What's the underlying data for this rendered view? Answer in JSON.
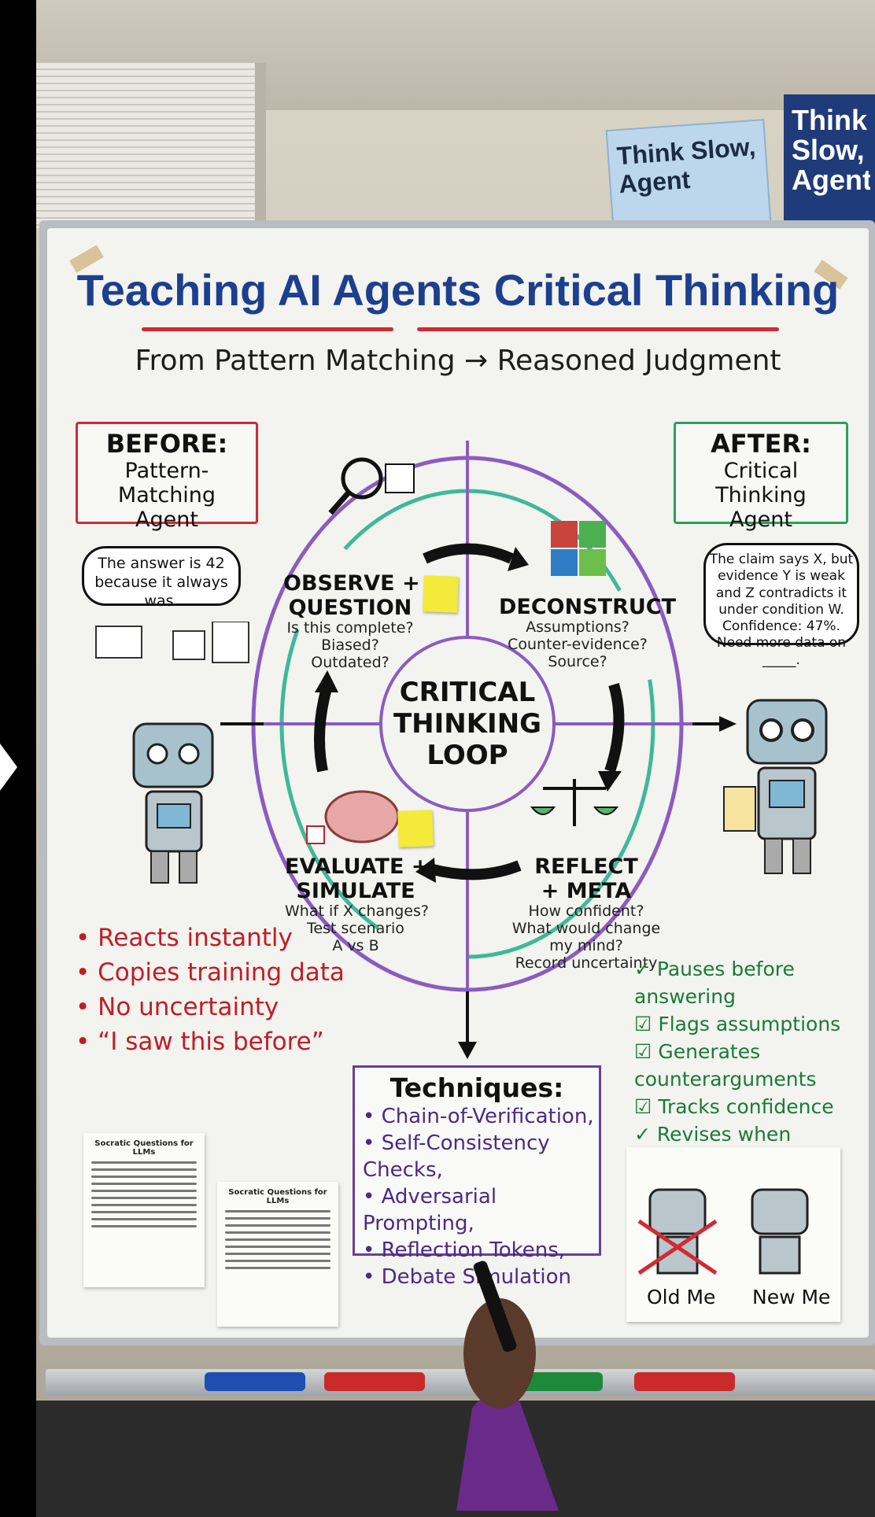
{
  "posters": {
    "left_text": "Think Slow, Agent",
    "right_text": "Think Slow, Agent"
  },
  "board": {
    "title": "Teaching AI Agents Critical Thinking",
    "subtitle": "From Pattern Matching → Reasoned Judgment",
    "before": {
      "heading": "BEFORE:",
      "line1": "Pattern-Matching",
      "line2": "Agent",
      "speech": "The answer is 42 because it always was.",
      "list": [
        "• Reacts instantly",
        "• Copies training data",
        "• No uncertainty",
        "• “I saw this before”"
      ]
    },
    "after": {
      "heading": "AFTER:",
      "line1": "Critical Thinking",
      "line2": "Agent",
      "speech": "The claim says X, but evidence Y is weak and Z contradicts it under condition W. Confidence: 47%. Need more data on _____.",
      "list": [
        "✓ Pauses before answering",
        "☑ Flags assumptions",
        "☑ Generates counterarguments",
        "☑ Tracks confidence",
        "✓ Revises when contradicted"
      ]
    },
    "loop": {
      "center": [
        "CRITICAL",
        "THINKING",
        "LOOP"
      ],
      "observe": {
        "title": [
          "OBSERVE +",
          "QUESTION"
        ],
        "sub": [
          "Is this complete?",
          "Biased?",
          "Outdated?"
        ]
      },
      "deconstruct": {
        "title": [
          "DECONSTRUCT"
        ],
        "sub": [
          "Assumptions?",
          "Counter-evidence?",
          "Source?"
        ]
      },
      "evaluate": {
        "title": [
          "EVALUATE +",
          "SIMULATE"
        ],
        "sub": [
          "What if X changes?",
          "Test scenario",
          "A vs B"
        ]
      },
      "reflect": {
        "title": [
          "REFLECT",
          "+ META"
        ],
        "sub": [
          "How confident?",
          "What would change",
          "my mind?",
          "Record uncertainty"
        ]
      }
    },
    "techniques": {
      "heading": "Techniques:",
      "items": [
        "• Chain-of-Verification,",
        "• Self-Consistency Checks,",
        "• Adversarial Prompting,",
        "• Reflection Tokens,",
        "• Debate Simulation"
      ]
    },
    "comparison": {
      "old": "Old Me",
      "new": "New Me"
    },
    "papers": {
      "left_title": "Socratic Questions for LLMs",
      "right_title": "Socratic Questions for LLMs"
    }
  },
  "colors": {
    "title_blue": "#1c3f8f",
    "before_red": "#c01d27",
    "after_green": "#1a7a3a",
    "loop_purple": "#8a5cc0",
    "loop_teal": "#3fb89a",
    "technique_purple": "#6a3d9a"
  }
}
